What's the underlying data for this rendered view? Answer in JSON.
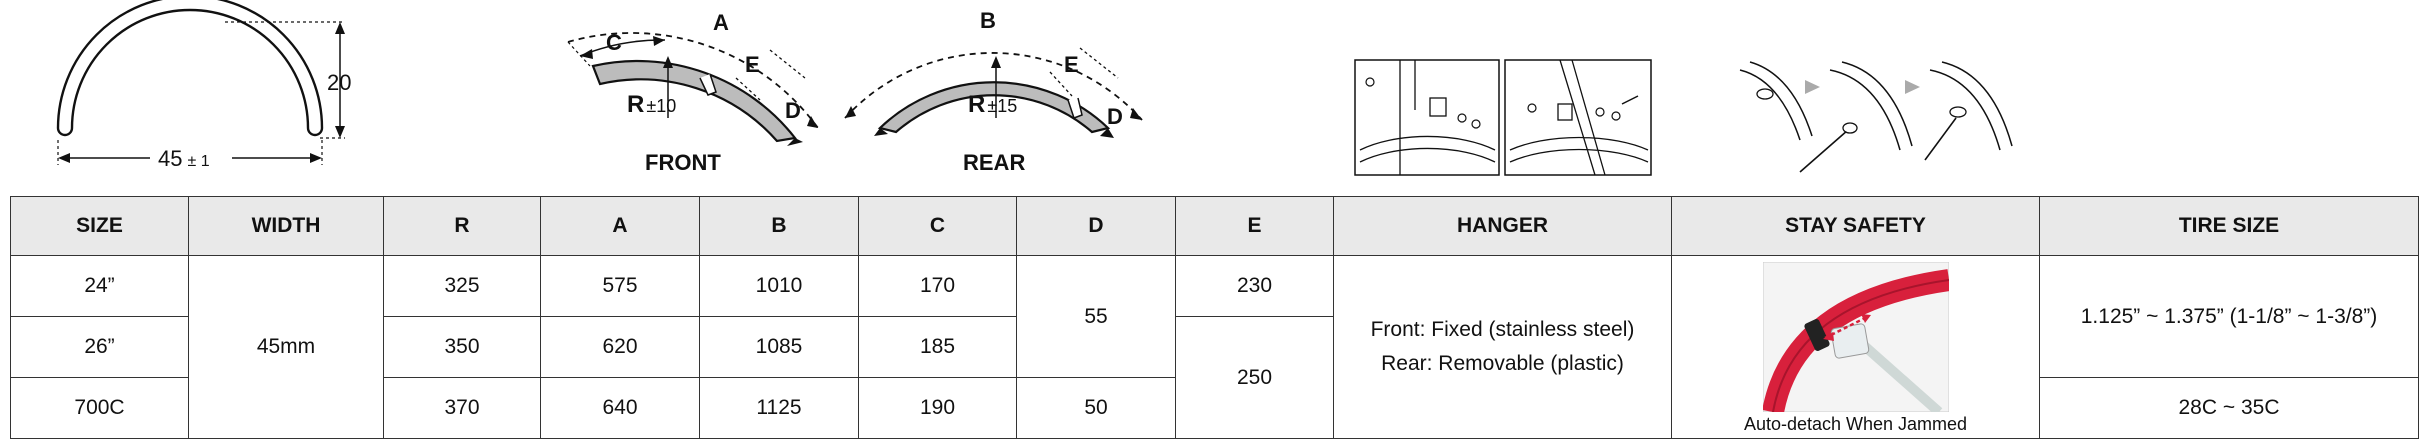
{
  "diagrams": {
    "profile": {
      "height_label": "20",
      "width_label": "45",
      "width_tolerance": "± 1"
    },
    "front": {
      "caption": "FRONT",
      "labels": {
        "a": "A",
        "c": "C",
        "e": "E",
        "d": "D",
        "r": "R",
        "r_tol": "±10"
      }
    },
    "rear": {
      "caption": "REAR",
      "labels": {
        "b": "B",
        "e": "E",
        "d": "D",
        "r": "R",
        "r_tol": "±15"
      }
    }
  },
  "table": {
    "headers": {
      "size": "SIZE",
      "width": "WIDTH",
      "r": "R",
      "a": "A",
      "b": "B",
      "c": "C",
      "d": "D",
      "e": "E",
      "hanger": "HANGER",
      "stay_safety": "STAY SAFETY",
      "tire_size": "TIRE SIZE"
    },
    "rows": [
      {
        "size": "24”",
        "r": "325",
        "a": "575",
        "b": "1010",
        "c": "170"
      },
      {
        "size": "26”",
        "r": "350",
        "a": "620",
        "b": "1085",
        "c": "185"
      },
      {
        "size": "700C",
        "r": "370",
        "a": "640",
        "b": "1125",
        "c": "190"
      }
    ],
    "width_value": "45mm",
    "d_values": {
      "rows_1_2": "55",
      "row_3": "50"
    },
    "e_values": {
      "row_1": "230",
      "rows_2_3": "250"
    },
    "hanger": {
      "line1": "Front: Fixed (stainless steel)",
      "line2": "Rear: Removable (plastic)"
    },
    "stay_safety_caption": "Auto-detach When Jammed",
    "tire_sizes": {
      "rows_1_2": "1.125” ~ 1.375” (1-1/8” ~ 1-3/8”)",
      "row_3": "28C ~ 35C"
    }
  },
  "colors": {
    "fender_red": "#d8203c",
    "fender_gray": "#bcbcbc",
    "header_bg": "#e9e9e9"
  }
}
